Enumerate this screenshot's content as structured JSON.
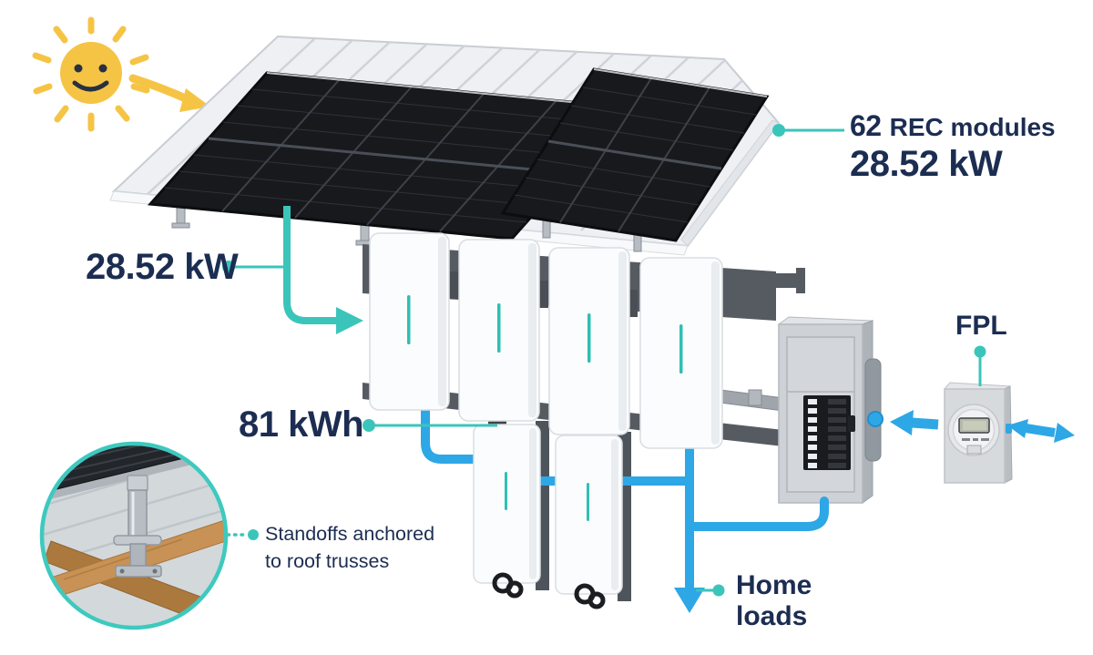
{
  "labels": {
    "modules_count": "62",
    "modules_name": "REC modules",
    "modules_power": "28.52 kW",
    "array_power": "28.52 kW",
    "storage_capacity": "81 kWh",
    "utility_name": "FPL",
    "home_loads_line1": "Home",
    "home_loads_line2": "loads",
    "standoffs_line1": "Standoffs anchored",
    "standoffs_line2": "to roof trusses"
  },
  "system": {
    "module_count": 62,
    "array_power_kw": 28.52,
    "storage_kwh": 81,
    "battery_units_top_row": 4,
    "battery_units_bottom_row": 2
  },
  "colors": {
    "text_navy": "#1c2d52",
    "teal_accent": "#3bc5ba",
    "blue_conduit": "#2ea7e6",
    "sun_yellow": "#f6c445",
    "battery_indicator": "#2fbfb4"
  },
  "icons": {
    "sun": "sun-icon",
    "solar_array": "solar-array",
    "battery": "battery-unit",
    "breaker_panel": "breaker-panel",
    "utility_meter": "utility-meter"
  }
}
